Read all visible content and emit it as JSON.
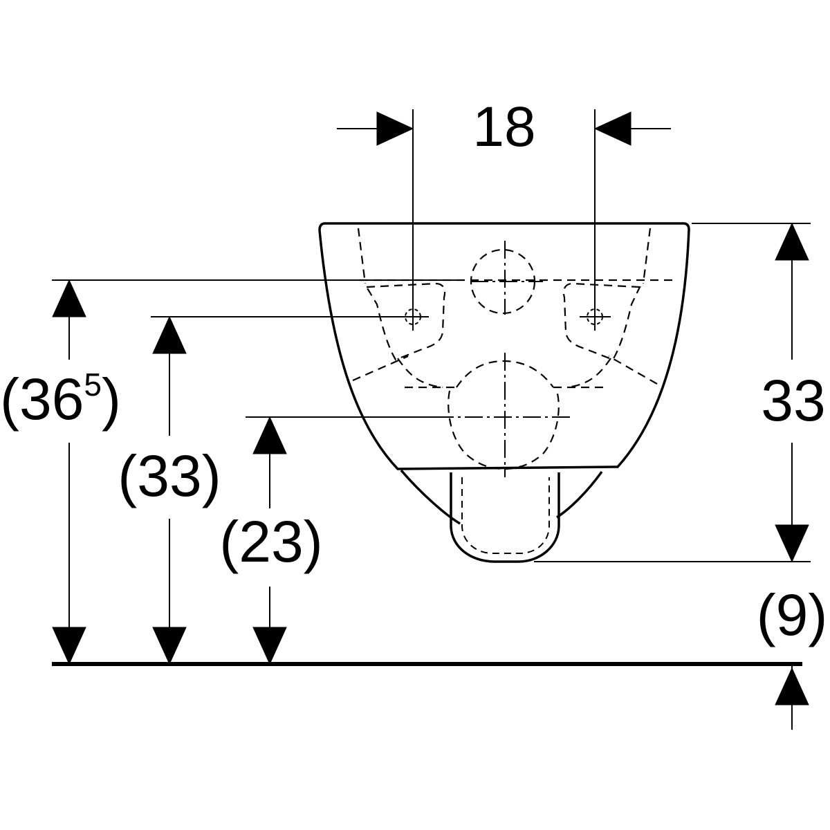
{
  "drawing": {
    "line_color": "#000000",
    "background": "#ffffff"
  },
  "dimensions": {
    "hole_spacing": "18",
    "overall_height_open": "(36",
    "overall_height_sup": "5",
    "overall_height_close": ")",
    "fixing_height": "(33)",
    "outlet_height": "(23)",
    "bowl_height": "33",
    "bottom_clearance": "(9)"
  }
}
